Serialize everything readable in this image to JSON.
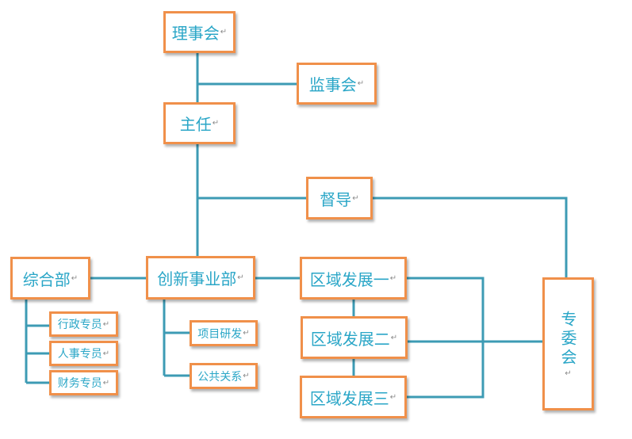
{
  "org": {
    "board": "理事会",
    "supervisory": "监事会",
    "director": "主任",
    "supervisor": "督导",
    "general_dept": "综合部",
    "innovation_dept": "创新事业部",
    "region_1": "区域发展一",
    "region_2": "区域发展二",
    "region_3": "区域发展三",
    "committee": "专委会",
    "admin_staff": "行政专员",
    "hr_staff": "人事专员",
    "finance_staff": "财务专员",
    "project_dev": "项目研发",
    "public_relations": "公共关系"
  },
  "marks": {
    "paragraph": "↵"
  },
  "colors": {
    "border": "#f0904a",
    "connector": "#3d9bb4",
    "text": "#2aa6c7"
  }
}
